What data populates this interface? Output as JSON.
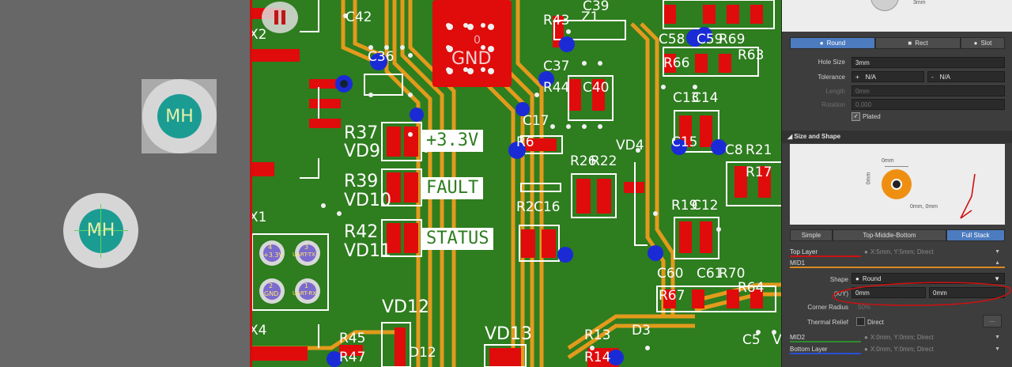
{
  "workspace": {
    "mounting_holes": [
      {
        "label": "MH"
      },
      {
        "label": "MH"
      }
    ]
  },
  "board": {
    "silkscreen": {
      "x2": "X2",
      "x1": "X1",
      "x4": "X4",
      "c42": "C42",
      "c39": "C39",
      "r43": "R43",
      "z1": "Z1",
      "c37": "C37",
      "r44": "R44",
      "c40": "C40",
      "c17": "C17",
      "c36": "C36",
      "c58": "C58",
      "c59": "C59",
      "r69": "R69",
      "r63": "R63",
      "r66": "R66",
      "c13": "C13",
      "c14": "C14",
      "vd4": "VD4",
      "c15": "C15",
      "c8": "C8",
      "r21": "R21",
      "r17": "R17",
      "r26": "R26",
      "r22": "R22",
      "r6": "R6",
      "r37": "R37",
      "vd9": "VD9",
      "r39": "R39",
      "vd10": "VD10",
      "r42": "R42",
      "vd11": "VD11",
      "r2": "R2",
      "c16": "C16",
      "r19": "R19",
      "c12": "C12",
      "c60": "C60",
      "c61": "C61",
      "r70": "R70",
      "r67": "R67",
      "r64": "R64",
      "vd12": "VD12",
      "vd13": "VD13",
      "d12": "D12",
      "r45": "R45",
      "r47": "R47",
      "r13": "R13",
      "d3": "D3",
      "r14": "R14",
      "c5": "C5",
      "v": "V"
    },
    "gnd_label": "GND",
    "gnd_pin": "0",
    "labels": {
      "v33": "+3.3V",
      "fault": "FAULT",
      "status": "STATUS"
    },
    "connector_pins": [
      {
        "num": "4",
        "net": "+3.3V"
      },
      {
        "num": "3",
        "net": "UART-TX"
      },
      {
        "num": "2",
        "net": "GND"
      },
      {
        "num": "1",
        "net": "UART-RX"
      }
    ]
  },
  "panel": {
    "top_dim": "3mm",
    "shape_tabs": [
      "Round",
      "Rect",
      "Slot"
    ],
    "active_shape_tab": "Round",
    "hole_size": {
      "label": "Hole Size",
      "value": "3mm"
    },
    "tolerance": {
      "label": "Tolerance",
      "plus_sign": "+",
      "plus": "N/A",
      "minus_sign": "-",
      "minus": "N/A"
    },
    "length": {
      "label": "Length",
      "value": "0mm"
    },
    "rotation": {
      "label": "Rotation",
      "value": "0.000"
    },
    "plated": {
      "label": "Plated",
      "checked": true
    },
    "size_and_shape": "Size and Shape",
    "preview": {
      "dim_top": "0mm",
      "dim_left": "0mm",
      "offset": "0mm, 0mm"
    },
    "stack_tabs": [
      "Simple",
      "Top-Middle-Bottom",
      "Full Stack"
    ],
    "active_stack_tab": "Full Stack",
    "layers": [
      {
        "name": "Top Layer",
        "value": "X:5mm, Y:5mm; Direct",
        "color": "#cc1111"
      },
      {
        "name": "MID1",
        "value": "",
        "color": "#d88a1e"
      },
      {
        "name": "MID2",
        "value": "X:0mm, Y:0mm; Direct",
        "color": "#2e8b2e"
      },
      {
        "name": "Bottom Layer",
        "value": "X:0mm, Y:0mm; Direct",
        "color": "#2a50d6"
      }
    ],
    "mid1": {
      "shape_label": "Shape",
      "shape_value": "Round",
      "xy_label": "(X/Y)",
      "x": "0mm",
      "y": "0mm",
      "corner_label": "Corner Radius",
      "corner_value": "50%",
      "thermal_label": "Thermal Relief",
      "thermal_value": "Direct",
      "more": "..."
    }
  }
}
